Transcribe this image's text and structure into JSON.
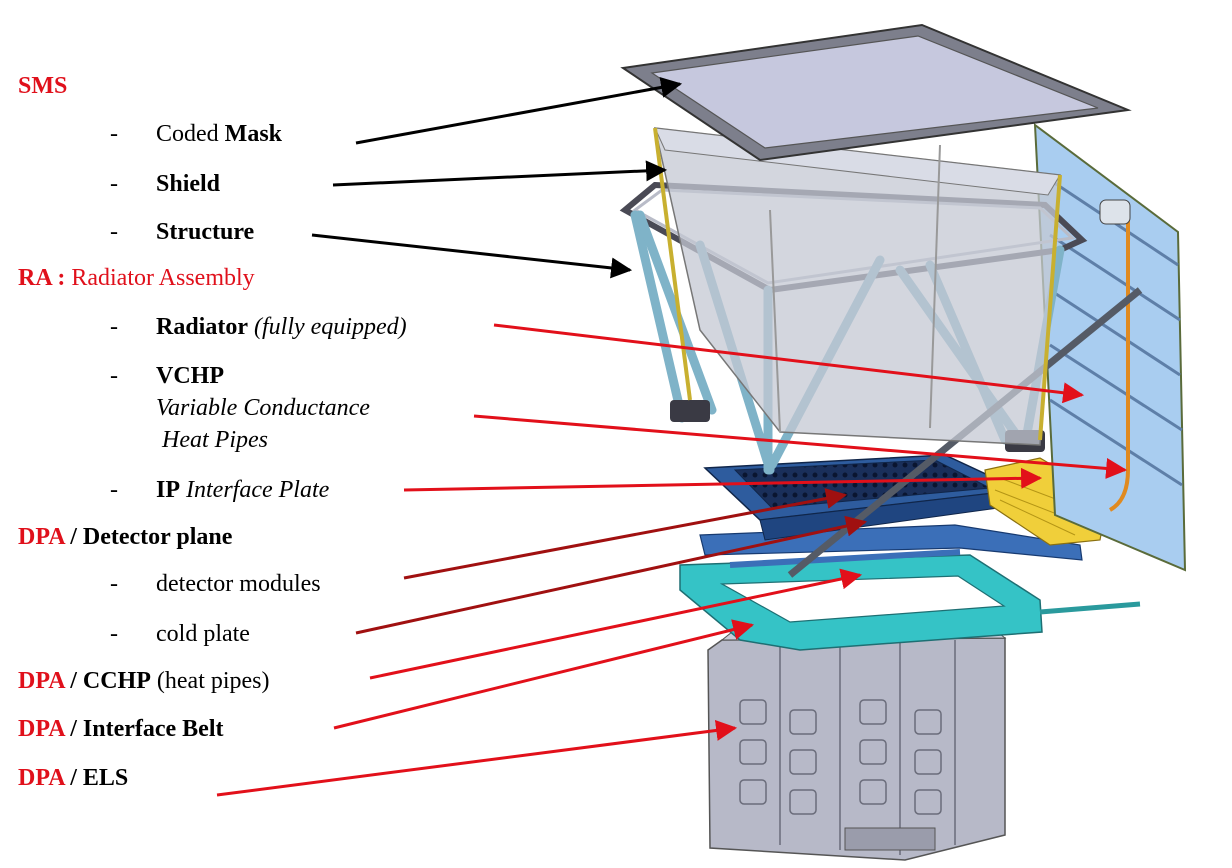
{
  "colors": {
    "red_label": "#e0101b",
    "red_arrow": "#e2101a",
    "dark_red_arrow": "#a01010",
    "black_arrow": "#000000"
  },
  "dash": "-",
  "groups": {
    "sms": {
      "title": "SMS"
    },
    "ra": {
      "code": "RA :",
      "name": "Radiator Assembly"
    },
    "dpa_detector": {
      "code": "DPA",
      "sep": " / ",
      "name": "Detector plane"
    },
    "dpa_cchp": {
      "code": "DPA",
      "sep": " / ",
      "name": "CCHP",
      "note": " (heat pipes)"
    },
    "dpa_belt": {
      "code": "DPA",
      "sep": " / ",
      "name": "Interface Belt"
    },
    "dpa_els": {
      "code": "DPA",
      "sep": " / ",
      "name": "ELS"
    }
  },
  "items": {
    "coded_mask": {
      "prefix": "Coded ",
      "bold": "Mask"
    },
    "shield": {
      "bold": "Shield"
    },
    "structure": {
      "bold": "Structure"
    },
    "radiator": {
      "bold": "Radiator",
      "italic": " (fully equipped)"
    },
    "vchp": {
      "bold": "VCHP",
      "line1": "Variable Conductance",
      "line2": "Heat Pipes"
    },
    "ip": {
      "bold": "IP",
      "italic": " Interface Plate"
    },
    "detector_modules": {
      "text": "detector modules"
    },
    "cold_plate": {
      "text": "cold plate"
    }
  }
}
